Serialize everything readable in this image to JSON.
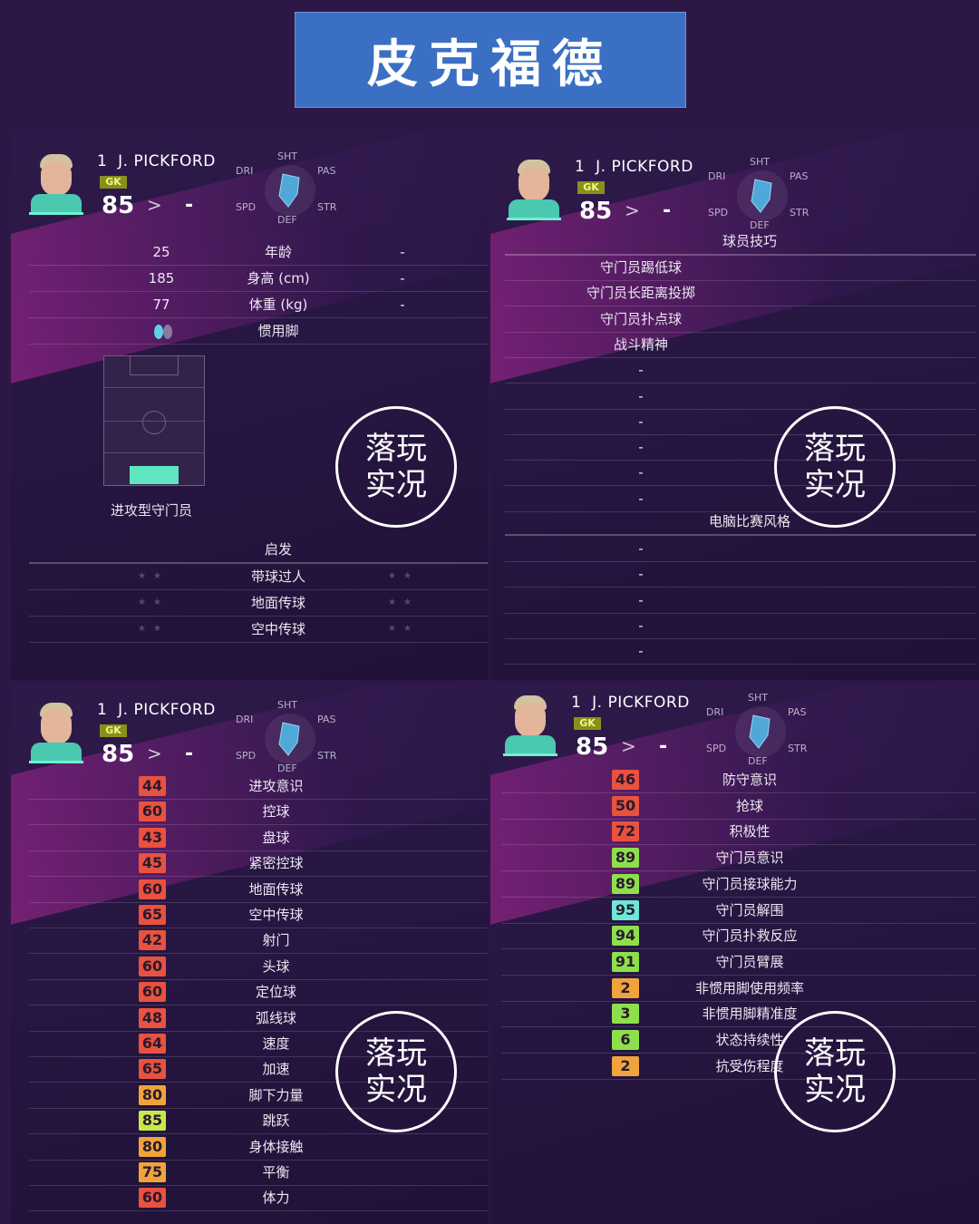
{
  "title": "皮克福德",
  "player": {
    "number": "1",
    "name": "J. PICKFORD",
    "position": "GK",
    "overall": "85",
    "arrow": ">",
    "dash": "-"
  },
  "radar_labels": {
    "sht": "SHT",
    "dri": "DRI",
    "pas": "PAS",
    "spd": "SPD",
    "str": "STR",
    "def": "DEF"
  },
  "icons": {
    "foot": "foot-icon",
    "avatar": "player-avatar"
  },
  "colors": {
    "red": "#e8523f",
    "orange": "#f1a33b",
    "yellow": "#c8e84a",
    "green": "#8de04a",
    "cyan": "#6ee8d8"
  },
  "profile": {
    "rows": [
      {
        "value": "25",
        "label": "年龄",
        "right": "-"
      },
      {
        "value": "185",
        "label": "身高 (cm)",
        "right": "-"
      },
      {
        "value": "77",
        "label": "体重 (kg)",
        "right": "-"
      },
      {
        "value": "",
        "label": "惯用脚",
        "right": ""
      }
    ],
    "play_style": "进攻型守门员",
    "starter_label": "启发",
    "star_rows": [
      {
        "label": "带球过人"
      },
      {
        "label": "地面传球"
      },
      {
        "label": "空中传球"
      }
    ]
  },
  "skills": {
    "header": "球员技巧",
    "items": [
      "守门员踢低球",
      "守门员长距离投掷",
      "守门员扑点球",
      "战斗精神",
      "-",
      "-",
      "-",
      "-",
      "-",
      "-"
    ],
    "ai_header": "电脑比赛风格",
    "ai_items": [
      "-",
      "-",
      "-",
      "-",
      "-"
    ]
  },
  "attributes_left": [
    {
      "value": 44,
      "label": "进攻意识",
      "tier": "red"
    },
    {
      "value": 60,
      "label": "控球",
      "tier": "red"
    },
    {
      "value": 43,
      "label": "盘球",
      "tier": "red"
    },
    {
      "value": 45,
      "label": "紧密控球",
      "tier": "red"
    },
    {
      "value": 60,
      "label": "地面传球",
      "tier": "red"
    },
    {
      "value": 65,
      "label": "空中传球",
      "tier": "red"
    },
    {
      "value": 42,
      "label": "射门",
      "tier": "red"
    },
    {
      "value": 60,
      "label": "头球",
      "tier": "red"
    },
    {
      "value": 60,
      "label": "定位球",
      "tier": "red"
    },
    {
      "value": 48,
      "label": "弧线球",
      "tier": "red"
    },
    {
      "value": 64,
      "label": "速度",
      "tier": "red"
    },
    {
      "value": 65,
      "label": "加速",
      "tier": "red"
    },
    {
      "value": 80,
      "label": "脚下力量",
      "tier": "orange"
    },
    {
      "value": 85,
      "label": "跳跃",
      "tier": "yellow"
    },
    {
      "value": 80,
      "label": "身体接触",
      "tier": "orange"
    },
    {
      "value": 75,
      "label": "平衡",
      "tier": "orange"
    },
    {
      "value": 60,
      "label": "体力",
      "tier": "red"
    }
  ],
  "attributes_right": [
    {
      "value": 46,
      "label": "防守意识",
      "tier": "red"
    },
    {
      "value": 50,
      "label": "抢球",
      "tier": "red"
    },
    {
      "value": 72,
      "label": "积极性",
      "tier": "red"
    },
    {
      "value": 89,
      "label": "守门员意识",
      "tier": "green"
    },
    {
      "value": 89,
      "label": "守门员接球能力",
      "tier": "green"
    },
    {
      "value": 95,
      "label": "守门员解围",
      "tier": "cyan"
    },
    {
      "value": 94,
      "label": "守门员扑救反应",
      "tier": "green"
    },
    {
      "value": 91,
      "label": "守门员臂展",
      "tier": "green"
    },
    {
      "value": 2,
      "label": "非惯用脚使用频率",
      "tier": "orange"
    },
    {
      "value": 3,
      "label": "非惯用脚精准度",
      "tier": "green"
    },
    {
      "value": 6,
      "label": "状态持续性",
      "tier": "green"
    },
    {
      "value": 2,
      "label": "抗受伤程度",
      "tier": "orange"
    }
  ],
  "watermark": {
    "line1": "落玩",
    "line2": "实况"
  }
}
